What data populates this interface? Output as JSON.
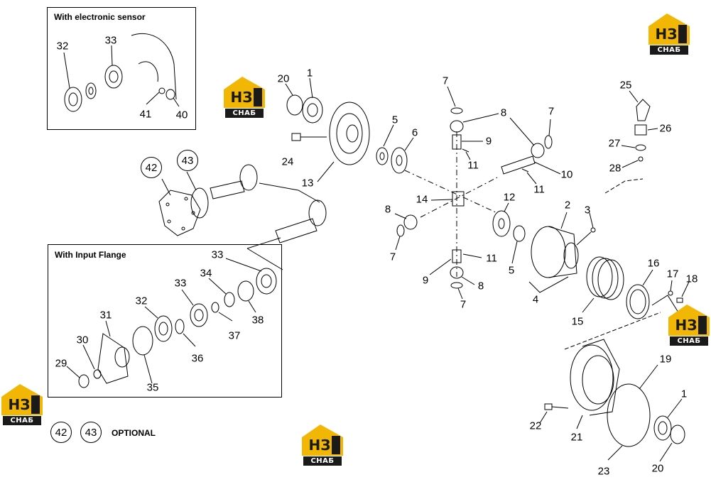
{
  "insets": {
    "electronic_sensor": {
      "title": "With electronic sensor"
    },
    "input_flange": {
      "title": "With Input Flange"
    }
  },
  "optional": {
    "items": [
      "42",
      "43"
    ],
    "label": "OPTIONAL"
  },
  "logo": {
    "mark": "НЗ",
    "text": "СНАБ",
    "accent_color": "#f2b705",
    "dark_color": "#1a1a1a"
  },
  "callouts": {
    "c32a": "32",
    "c33a": "33",
    "c41": "41",
    "c40": "40",
    "c20a": "20",
    "c1a": "1",
    "c24": "24",
    "c13": "13",
    "c7a": "7",
    "c8a": "8",
    "c7b": "7",
    "c9a": "9",
    "c11a": "11",
    "c10": "10",
    "c11b": "11",
    "c5a": "5",
    "c6": "6",
    "c14": "14",
    "c12": "12",
    "c8b": "8",
    "c7c": "7",
    "c5b": "5",
    "c2": "2",
    "c3": "3",
    "c4": "4",
    "c15": "15",
    "c16": "16",
    "c17": "17",
    "c18": "18",
    "c25": "25",
    "c26": "26",
    "c27": "27",
    "c28": "28",
    "c11c": "11",
    "c9b": "9",
    "c8c": "8",
    "c7d": "7",
    "c33b": "33",
    "c34": "34",
    "c33c": "33",
    "c32b": "32",
    "c38": "38",
    "c37": "37",
    "c31": "31",
    "c36": "36",
    "c30": "30",
    "c29": "29",
    "c35": "35",
    "c19": "19",
    "c1b": "1",
    "c22": "22",
    "c21": "21",
    "c23": "23",
    "c20b": "20",
    "c42": "42",
    "c43": "43"
  }
}
